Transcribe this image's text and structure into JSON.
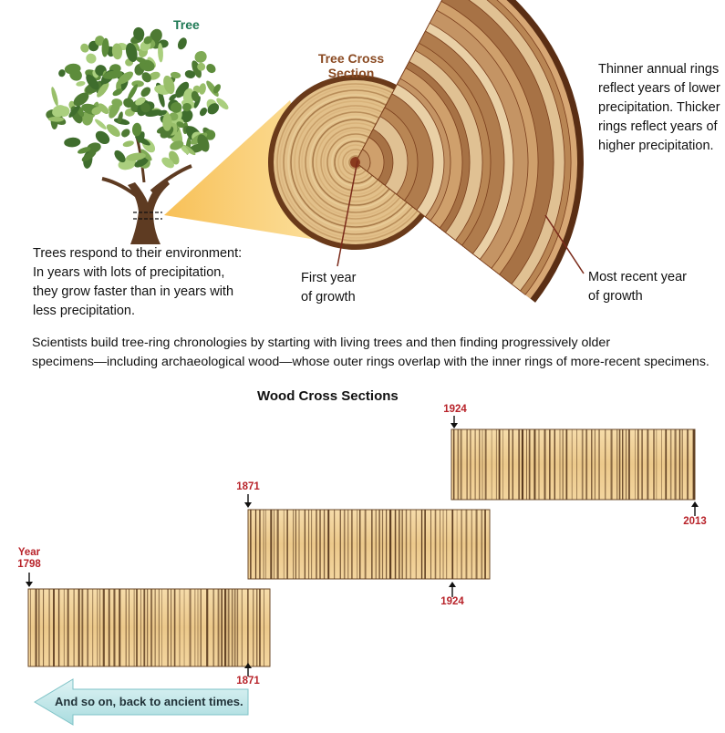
{
  "labels": {
    "tree": "Tree",
    "cross_section_line1": "Tree Cross",
    "cross_section_line2": "Section",
    "rings_note": [
      "Thinner annual rings",
      "reflect years of lower",
      "precipitation. Thicker",
      "rings reflect years of",
      "higher precipitation."
    ],
    "env_note": [
      "Trees respond to their environment:",
      "In years with lots of precipitation,",
      "they grow faster than in years with",
      "less precipitation."
    ],
    "first_year": [
      "First year",
      "of growth"
    ],
    "recent_year": [
      "Most recent year",
      "of growth"
    ],
    "chronology_note": [
      "Scientists build tree-ring chronologies by starting with living trees and then finding progressively older",
      "specimens—including archaeological wood—whose outer rings overlap with the inner rings of more-recent specimens."
    ],
    "wood_title": "Wood Cross Sections",
    "back_arrow": "And so on, back to ancient times."
  },
  "sections": [
    {
      "start_label": [
        "Year",
        "1798"
      ],
      "end_label": "1871"
    },
    {
      "start_label": [
        "1871"
      ],
      "end_label": "1924"
    },
    {
      "start_label": [
        "1924"
      ],
      "end_label": "2013"
    }
  ],
  "colors": {
    "title_green": "#1f7a55",
    "title_brown": "#8a4a22",
    "year_red": "#b8232a",
    "wood_light": "#f0d29a",
    "ring_dark": "#5a3a1e",
    "bark": "#5a2e14",
    "arrow_teal": "#bfe6e8",
    "beam_yellow": "#f6c35c"
  }
}
